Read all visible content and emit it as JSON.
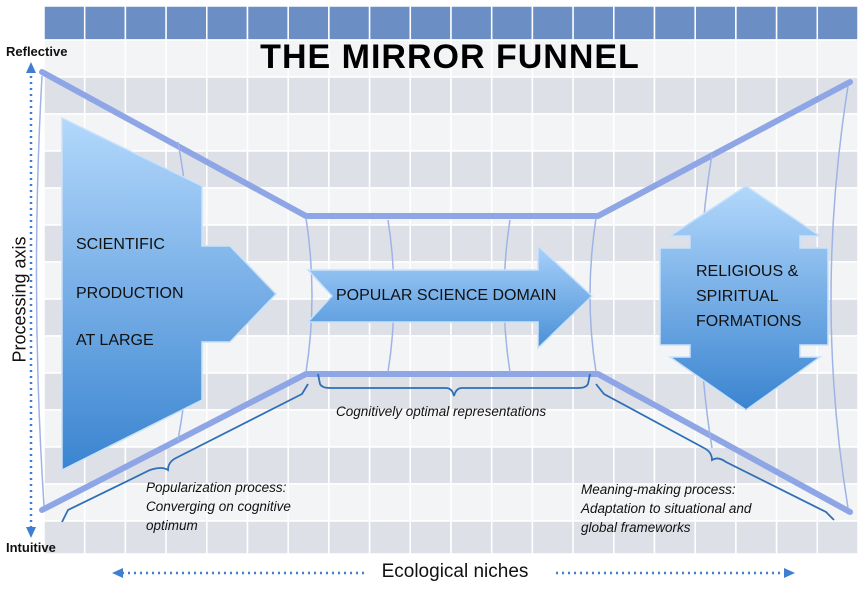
{
  "title": "THE MIRROR FUNNEL",
  "axes": {
    "vertical_label": "Processing axis",
    "top_label": "Reflective",
    "bottom_label": "Intuitive",
    "horizontal_label": "Ecological niches"
  },
  "shapes": {
    "scientific_line1": "SCIENTIFIC",
    "scientific_line2": "PRODUCTION",
    "scientific_line3": "AT LARGE",
    "popular": "POPULAR SCIENCE DOMAIN",
    "religious_line1": "RELIGIOUS &",
    "religious_line2": "SPIRITUAL",
    "religious_line3": "FORMATIONS"
  },
  "annotations": {
    "optimal": "Cognitively optimal representations",
    "popularization_line1": "Popularization process:",
    "popularization_line2": "Converging on cognitive",
    "popularization_line3": "optimum",
    "meaning_line1": "Meaning-making process:",
    "meaning_line2": "Adaptation to situational and",
    "meaning_line3": "global frameworks"
  },
  "colors": {
    "grid_header": "#6b8fc4",
    "grid_light": "#dde1e7",
    "funnel": "#8fa6e6",
    "shape_top": "#a9d2fb",
    "shape_bottom": "#3c86d1",
    "axis_arrow": "#3f7ed0"
  }
}
